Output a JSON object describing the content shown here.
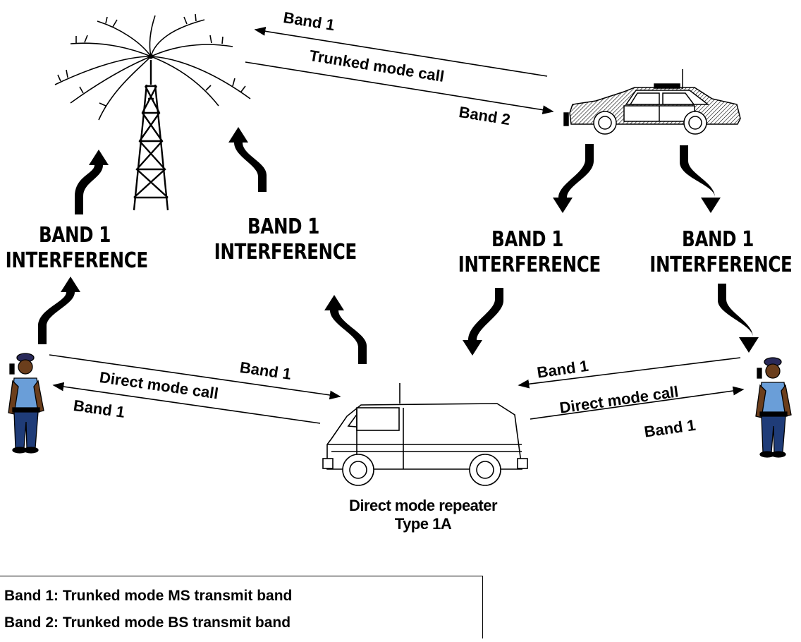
{
  "links": {
    "tower_car_band1": "Band 1",
    "tower_car_mode": "Trunked mode call",
    "tower_car_band2": "Band 2",
    "left_band1_top": "Band 1",
    "left_mode": "Direct mode call",
    "left_band1_bottom": "Band 1",
    "right_band1_top": "Band 1",
    "right_mode": "Direct mode call",
    "right_band1_bottom": "Band 1"
  },
  "interference": {
    "line1": "BAND 1",
    "line2": "INTERFERENCE"
  },
  "repeater": {
    "line1": "Direct mode repeater",
    "line2": "Type 1A"
  },
  "legend": [
    "Band 1:  Trunked mode MS transmit band",
    "Band 2:  Trunked mode BS transmit band"
  ],
  "icons": [
    "antenna-tower-icon",
    "police-car-icon",
    "van-icon",
    "police-officer-icon"
  ]
}
